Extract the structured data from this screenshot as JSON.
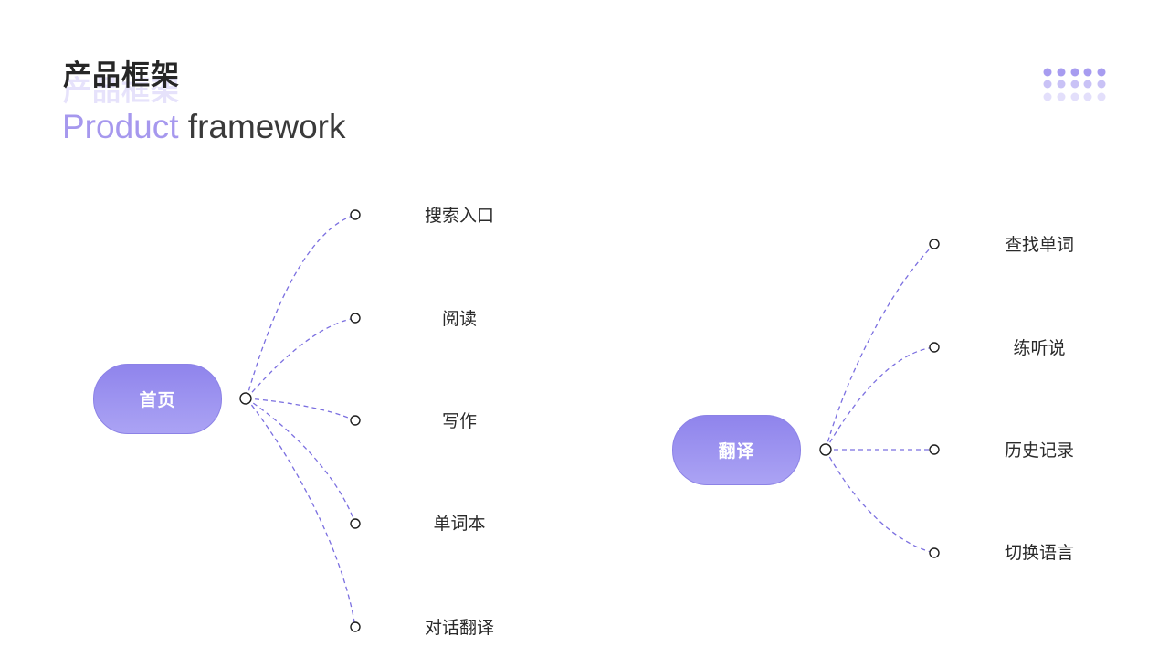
{
  "header": {
    "title_zh": "产品框架",
    "title_en_accent": "Product",
    "title_en_rest": "framework"
  },
  "colors": {
    "accent": "#a698ee",
    "pill_gradient_top": "#8f84ec",
    "pill_gradient_bottom": "#aba3f4",
    "connector": "#7b6fe0"
  },
  "mindmap": [
    {
      "root": "首页",
      "children": [
        "搜索入口",
        "阅读",
        "写作",
        "单词本",
        "对话翻译"
      ]
    },
    {
      "root": "翻译",
      "children": [
        "查找单词",
        "练听说",
        "历史记录",
        "切换语言"
      ]
    }
  ]
}
